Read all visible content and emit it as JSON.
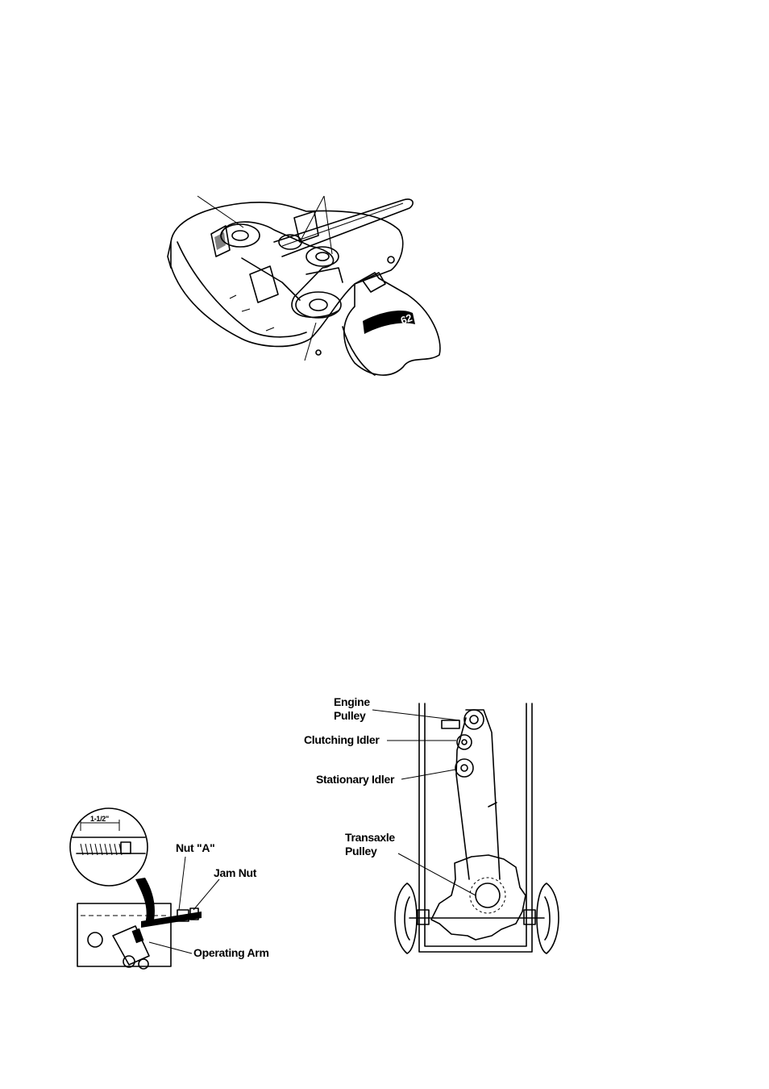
{
  "figures": {
    "deck": {
      "deck_number": "62"
    },
    "drive_belt": {
      "labels": {
        "engine_pulley": "Engine Pulley",
        "clutching_idler": "Clutching Idler",
        "stationary_idler": "Stationary Idler",
        "transaxle_pulley": "Transaxle Pulley"
      }
    },
    "clutch_adjust": {
      "dimension": "1-1/2\"",
      "labels": {
        "nut_a": "Nut \"A\"",
        "jam_nut": "Jam Nut",
        "operating_arm": "Operating Arm"
      }
    }
  }
}
